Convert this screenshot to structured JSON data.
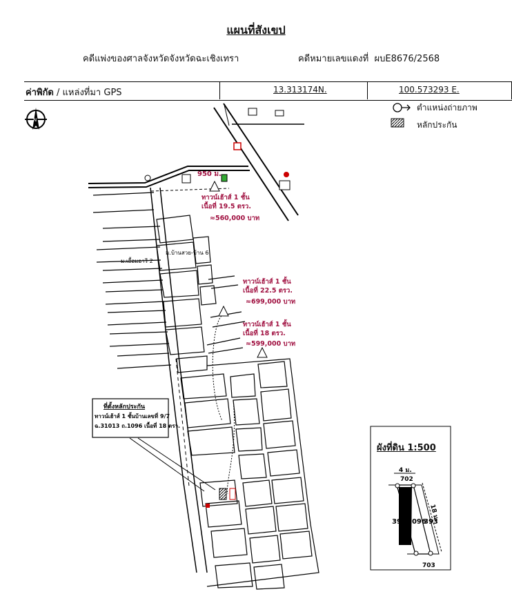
{
  "header": {
    "title": "แผนที่สังเขป",
    "case_line": "คดีแพ่งของศาลจังหวัดจังหวัดฉะเชิงเทรา",
    "case_no_label": "คดีหมายเลขแดงที่",
    "case_no": "ผบE8676/2568"
  },
  "gps": {
    "label_bold": "ค่าพิกัด",
    "label_rest": " / แหล่งที่มา  GPS",
    "lat": "13.313174N.",
    "lon": "100.573293  E."
  },
  "legend": {
    "photo_label": "ตำแหน่งถ่ายภาพ",
    "collateral_label": "หลักประกัน"
  },
  "listings": [
    {
      "id": "1",
      "type": "ทาวน์เฮ้าส์ 1 ชั้น",
      "area": "เนื้อที่ 19.5 ตรว.",
      "price": "≈560,000 บาท"
    },
    {
      "id": "2",
      "type": "ทาวน์เฮ้าส์ 1 ชั้น",
      "area": "เนื้อที่ 22.5 ตรว.",
      "price": "≈699,000 บาท"
    },
    {
      "id": "1",
      "type": "ทาวน์เฮ้าส์ 1 ชั้น",
      "area": "เนื้อที่ 18 ตรว.",
      "price": "≈599,000 บาท"
    }
  ],
  "callout": {
    "line1": "ที่ตั้งหลักประกัน",
    "line2": "ทาวน์เฮ้าส์ 1 ชั้นบ้านเลขที่ 9/7",
    "line3": "ฉ.31013 ถ.1096  เนื้อที่ 18 ตรว."
  },
  "map_labels": {
    "distance": "950 ม.",
    "village": "ม.เอื้อมอารี 2",
    "village2": "ม.บ้านสวย-บ้าน 6"
  },
  "plot": {
    "title": "ผังที่ดิน 1:500",
    "top_width": "4 ม.",
    "top_no": "702",
    "bottom_no": "703",
    "left_no": "391",
    "center_no": "1096",
    "right_no": "393",
    "side_len": "18 ม."
  }
}
